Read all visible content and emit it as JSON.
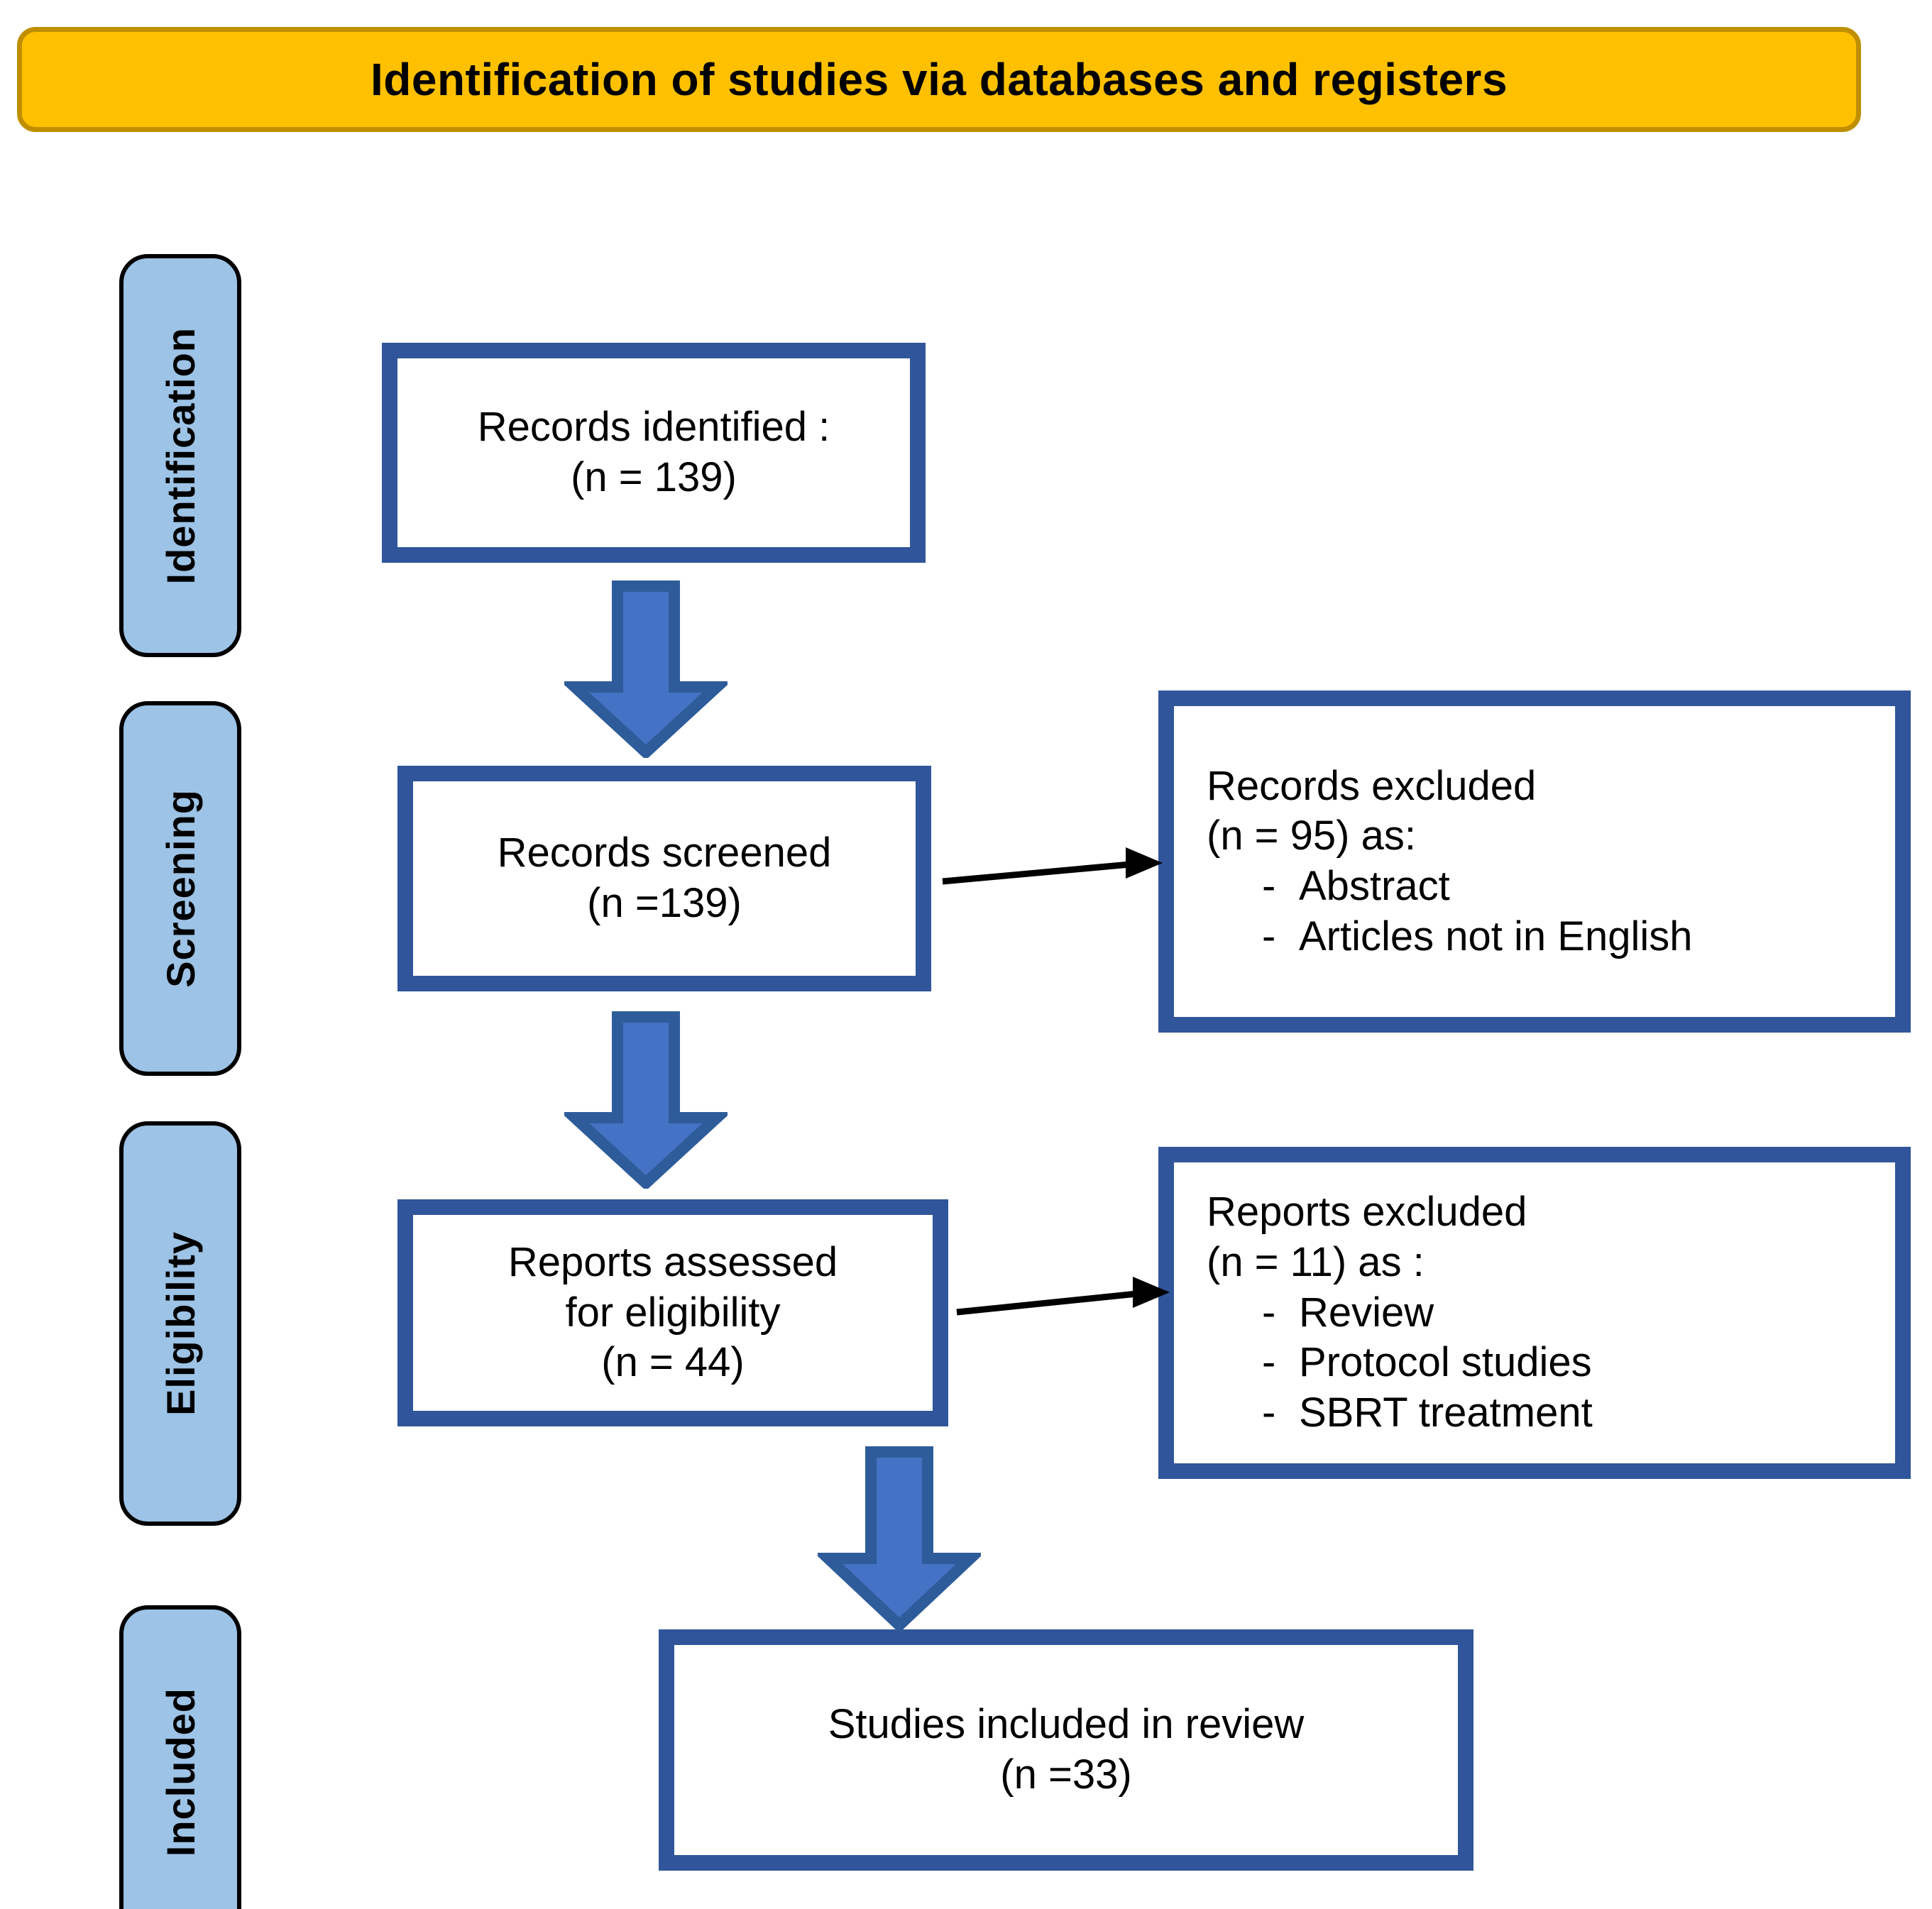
{
  "header": {
    "title": "Identification of studies via databases and registers",
    "fill_color": "#FFC000",
    "border_color": "#BF8F00"
  },
  "colors": {
    "stage_label_fill": "#9DC3E6",
    "stage_label_border": "#000000",
    "box_border": "#30559A",
    "box_fill": "#FFFFFF",
    "arrow_fill": "#4472C4",
    "arrow_outline": "#2E5C9A",
    "connector": "#000000"
  },
  "stages": [
    {
      "key": "identification",
      "label": "Identification"
    },
    {
      "key": "screening",
      "label": "Screening"
    },
    {
      "key": "eligibility",
      "label": "Eligibility"
    },
    {
      "key": "included",
      "label": "Included"
    }
  ],
  "boxes": {
    "identified": {
      "line1": "Records identified :",
      "line2": "(n = 139)"
    },
    "screened": {
      "line1": "Records screened",
      "line2": "(n =139)"
    },
    "assessed": {
      "line1": "Reports assessed",
      "line2": "for eligibility",
      "line3": "(n = 44)"
    },
    "records_excluded": {
      "line1": "Records excluded",
      "line2": "(n = 95) as:",
      "bullet_marker": "-",
      "bullets": [
        "Abstract",
        "Articles not in English"
      ]
    },
    "reports_excluded": {
      "line1": "Reports excluded",
      "line2": "(n = 11) as :",
      "bullet_marker": "-",
      "bullets": [
        "Review",
        "Protocol studies",
        "SBRT treatment"
      ]
    },
    "included": {
      "line1": "Studies included in review",
      "line2": "(n =33)"
    }
  },
  "chart_data": {
    "type": "diagram",
    "diagram_kind": "PRISMA flow diagram",
    "title": "Identification of studies via databases and registers",
    "nodes": [
      {
        "id": "identified",
        "stage": "Identification",
        "label": "Records identified :",
        "n": 139
      },
      {
        "id": "screened",
        "stage": "Screening",
        "label": "Records screened",
        "n": 139
      },
      {
        "id": "records_excluded",
        "stage": "Screening",
        "label": "Records excluded",
        "n": 95,
        "reasons": [
          "Abstract",
          "Articles not in English"
        ]
      },
      {
        "id": "assessed",
        "stage": "Eligibility",
        "label": "Reports assessed for eligibility",
        "n": 44
      },
      {
        "id": "reports_excluded",
        "stage": "Eligibility",
        "label": "Reports excluded",
        "n": 11,
        "reasons": [
          "Review",
          "Protocol studies",
          "SBRT treatment"
        ]
      },
      {
        "id": "included",
        "stage": "Included",
        "label": "Studies included in review",
        "n": 33
      }
    ],
    "edges": [
      {
        "from": "identified",
        "to": "screened",
        "kind": "block-arrow-down"
      },
      {
        "from": "screened",
        "to": "records_excluded",
        "kind": "thin-arrow-right"
      },
      {
        "from": "screened",
        "to": "assessed",
        "kind": "block-arrow-down"
      },
      {
        "from": "assessed",
        "to": "reports_excluded",
        "kind": "thin-arrow-right"
      },
      {
        "from": "assessed",
        "to": "included",
        "kind": "block-arrow-down"
      }
    ]
  }
}
